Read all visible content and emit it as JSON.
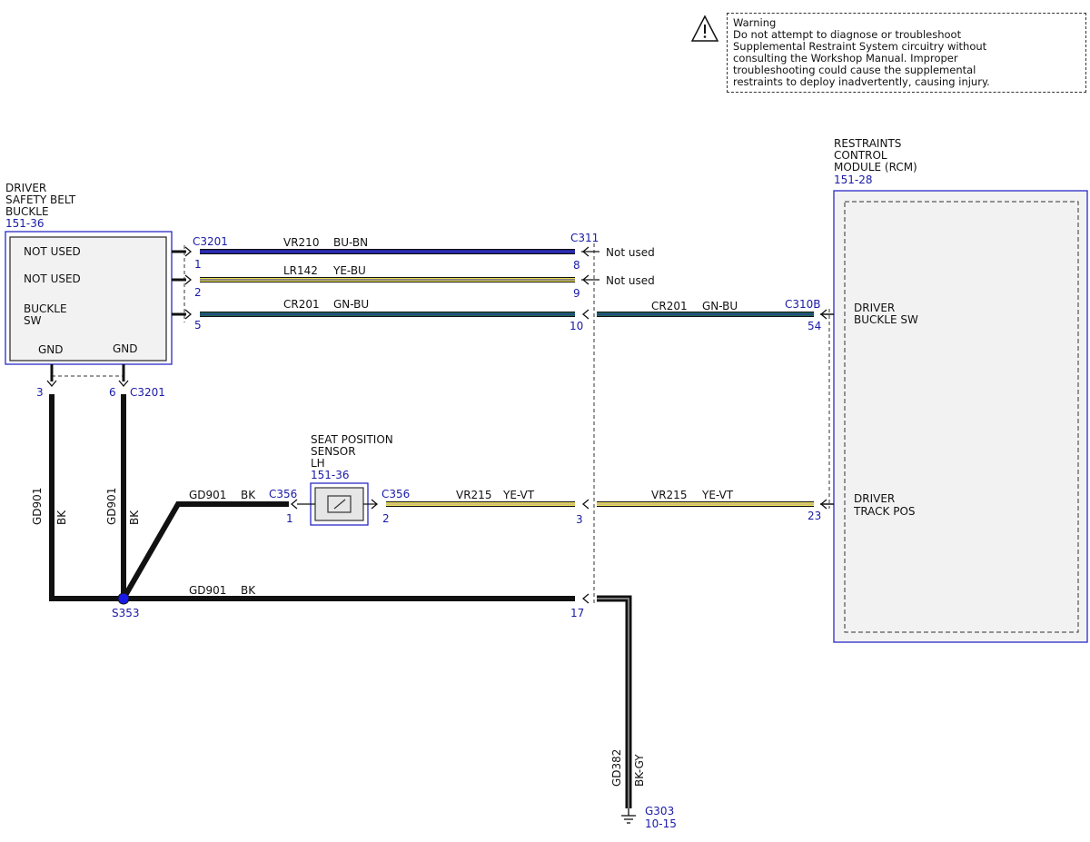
{
  "warning": {
    "lines": [
      "Warning",
      "Do not attempt to diagnose or troubleshoot",
      "Supplemental Restraint System circuitry without",
      "consulting the Workshop Manual. Improper",
      "troubleshooting could cause the supplemental",
      "restraints to deploy inadvertently, causing injury."
    ]
  },
  "buckle": {
    "title_lines": [
      "DRIVER",
      "SAFETY BELT",
      "BUCKLE"
    ],
    "ref": "151-36",
    "pins": [
      "NOT USED",
      "NOT USED",
      "BUCKLE",
      "SW"
    ],
    "gnd1": "GND",
    "gnd2": "GND"
  },
  "rcm": {
    "title_lines": [
      "RESTRAINTS",
      "CONTROL",
      "MODULE (RCM)"
    ],
    "ref": "151-28",
    "pin1_lines": [
      "DRIVER",
      "BUCKLE SW"
    ],
    "pin2_lines": [
      "DRIVER",
      "TRACK POS"
    ]
  },
  "sensor": {
    "title_lines": [
      "SEAT POSITION",
      "SENSOR",
      "LH"
    ],
    "ref": "151-36"
  },
  "connectors": {
    "c3201": "C3201",
    "c311": "C311",
    "c310b": "C310B",
    "c356a": "C356",
    "c356b": "C356",
    "c3201b": "C3201"
  },
  "pins": {
    "p1": "1",
    "p2": "2",
    "p5": "5",
    "p8": "8",
    "p9": "9",
    "p10": "10",
    "p54": "54",
    "p3a": "3",
    "p6": "6",
    "s1": "1",
    "s2": "2",
    "p3b": "3",
    "p23": "23",
    "p17": "17"
  },
  "wires": {
    "w1_circuit": "VR210",
    "w1_color": "BU-BN",
    "w2_circuit": "LR142",
    "w2_color": "YE-BU",
    "w3_circuit": "CR201",
    "w3_color": "GN-BU",
    "w4_circuit": "CR201",
    "w4_color": "GN-BU",
    "w5_circuit": "VR215",
    "w5_color": "YE-VT",
    "w6_circuit": "VR215",
    "w6_color": "YE-VT",
    "g1_circuit": "GD901",
    "g1_color": "BK",
    "g2_circuit": "GD901",
    "g2_color": "BK",
    "g3_circuit": "GD901",
    "g3_color": "BK",
    "g4_circuit": "GD901",
    "g4_color": "BK",
    "g5_circuit": "GD382",
    "g5_color": "BK-GY"
  },
  "not_used_1": "Not used",
  "not_used_2": "Not used",
  "splice": "S353",
  "ground": {
    "label": "G303",
    "ref": "10-15"
  },
  "colors": {
    "blue_wire": "#2b2bb8",
    "yellow_wire": "#e8df4a",
    "green_wire": "#1f6b55",
    "module_border": "#2a2ac8",
    "connector_blue": "#1a1aa8"
  }
}
